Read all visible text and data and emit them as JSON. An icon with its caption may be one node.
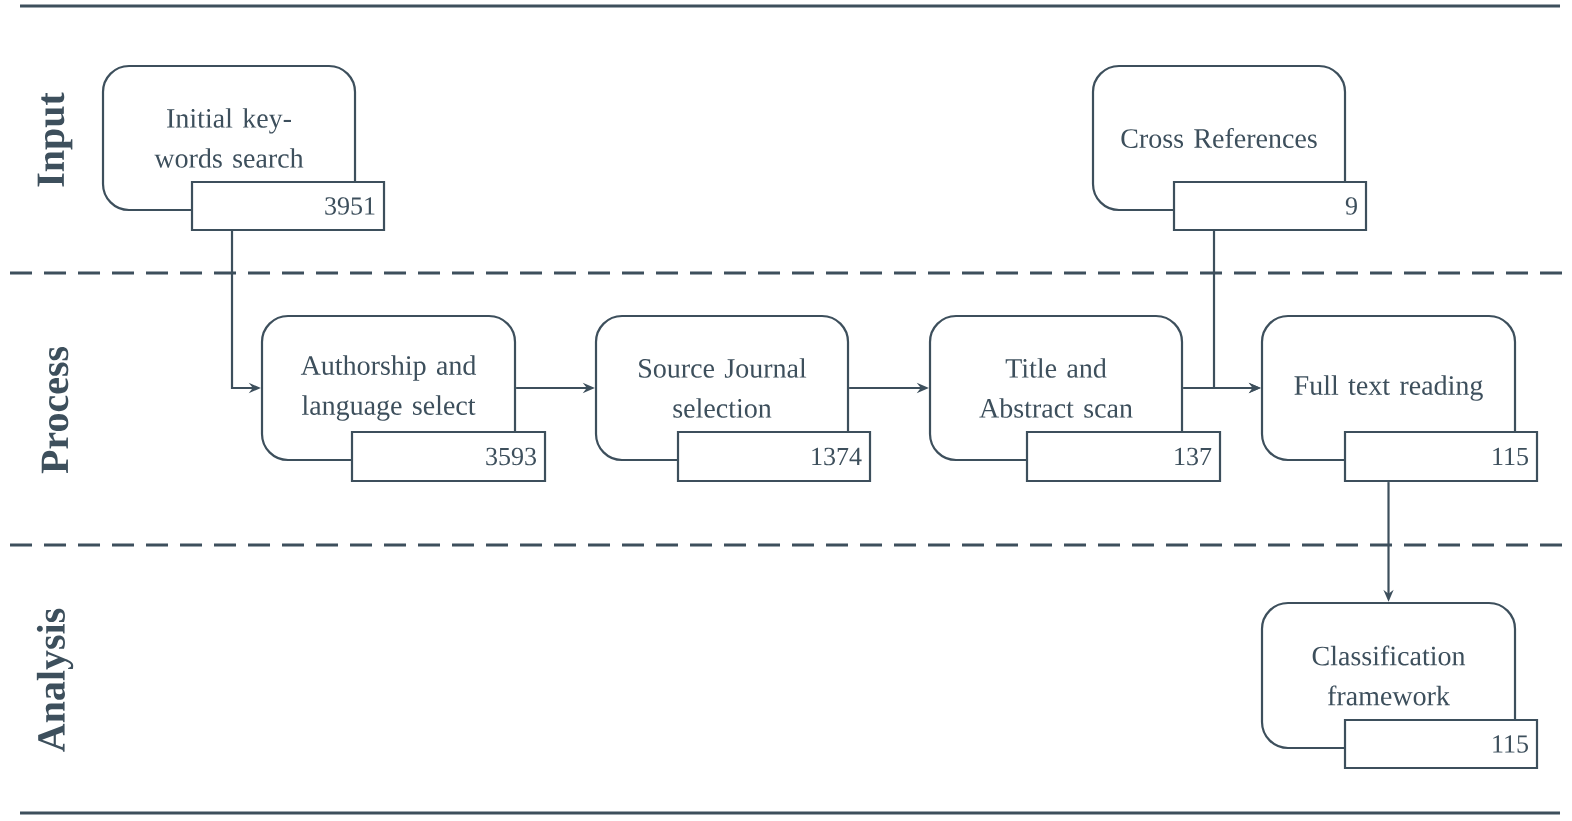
{
  "diagram": {
    "nodes": [
      {
        "text": [
          "Initial key-words search"
        ]
      },
      {
        "text": [
          "3951"
        ]
      },
      {
        "text": [
          "Cross References"
        ]
      },
      {
        "text": [
          "9"
        ]
      },
      {
        "text": [
          "Authorship and language select"
        ]
      },
      {
        "text": [
          "3593"
        ]
      },
      {
        "text": [
          "Source Journal selection"
        ]
      },
      {
        "text": [
          "1374"
        ]
      },
      {
        "text": [
          "Title and Abstract scan"
        ]
      },
      {
        "text": [
          "137"
        ]
      },
      {
        "text": [
          "Full text reading"
        ]
      },
      {
        "text": [
          "115"
        ]
      },
      {
        "text": [
          "Classification framework"
        ]
      },
      {
        "text": [
          "115"
        ]
      }
    ],
    "edges": [
      {
        "from": 1,
        "to": 4,
        "arrow": "to"
      },
      {
        "from": 4,
        "to": 6,
        "arrow": "to"
      },
      {
        "from": 6,
        "to": 8,
        "arrow": "to"
      },
      {
        "from": 8,
        "to": 10,
        "arrow": "to"
      },
      {
        "from": 3,
        "to": 10,
        "arrow": "to"
      },
      {
        "from": 11,
        "to": 12,
        "arrow": "to"
      }
    ],
    "labels": [
      "Input",
      "Process",
      "Analysis"
    ]
  }
}
